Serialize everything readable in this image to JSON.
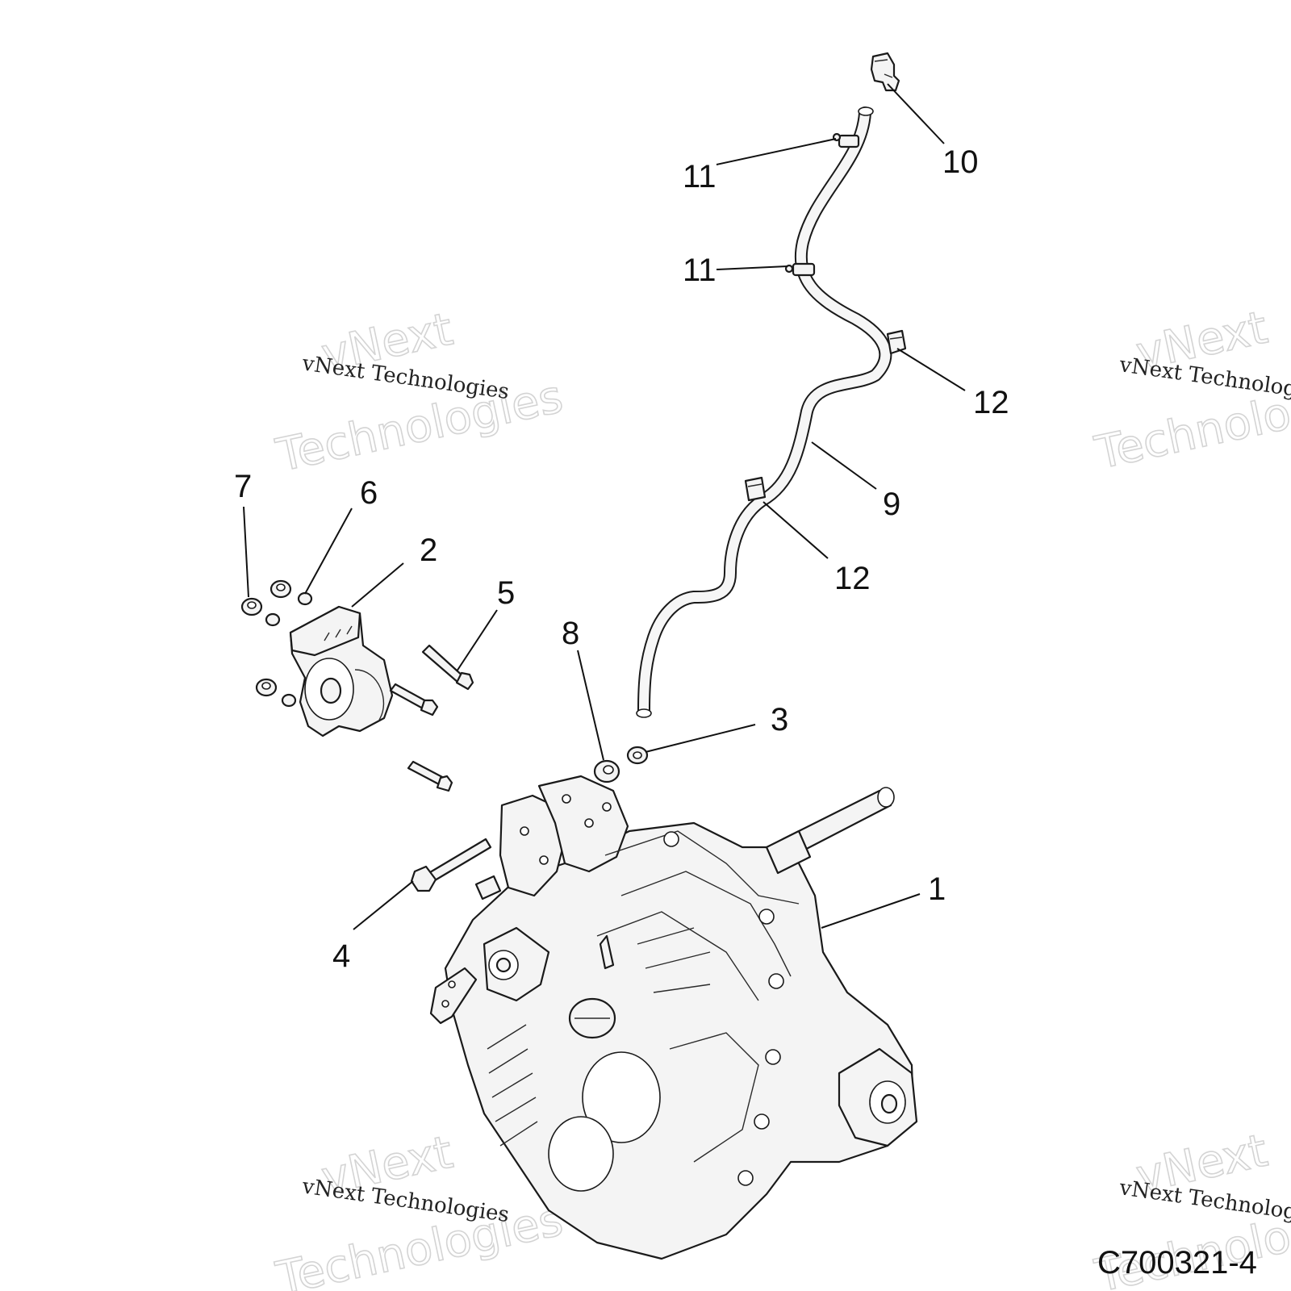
{
  "watermark": {
    "line_small": "vNext Technologies",
    "line_big_1": "vNext",
    "line_big_2": "Technologies"
  },
  "callouts": {
    "c1": "1",
    "c2": "2",
    "c3": "3",
    "c4": "4",
    "c5": "5",
    "c6": "6",
    "c7": "7",
    "c8": "8",
    "c9": "9",
    "c10": "10",
    "c11a": "11",
    "c11b": "11",
    "c12a": "12",
    "c12b": "12"
  },
  "figure_code": "C700321-4"
}
